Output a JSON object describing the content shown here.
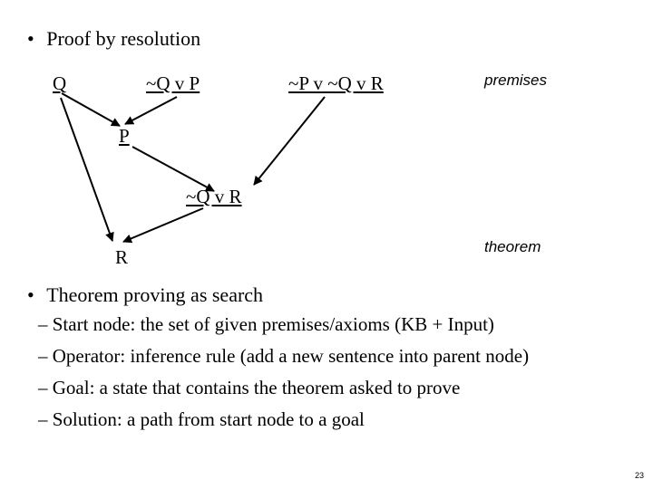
{
  "bullet_symbol": "•",
  "heading": "Proof by resolution",
  "nodes": {
    "q": "Q",
    "not_q_or_p": "~Q v P",
    "not_p_or_not_q_or_r": "~P v ~Q v R",
    "p": "P",
    "not_q_or_r": "~Q v R",
    "r": "R"
  },
  "labels": {
    "premises": "premises",
    "theorem": "theorem"
  },
  "section2": {
    "heading": "Theorem proving as search",
    "items": [
      "– Start node: the set of given premises/axioms (KB + Input)",
      "– Operator: inference rule (add a new sentence into parent node)",
      "– Goal: a state that contains the theorem asked to prove",
      "– Solution: a path from start node to a goal"
    ]
  },
  "page_number": "23"
}
